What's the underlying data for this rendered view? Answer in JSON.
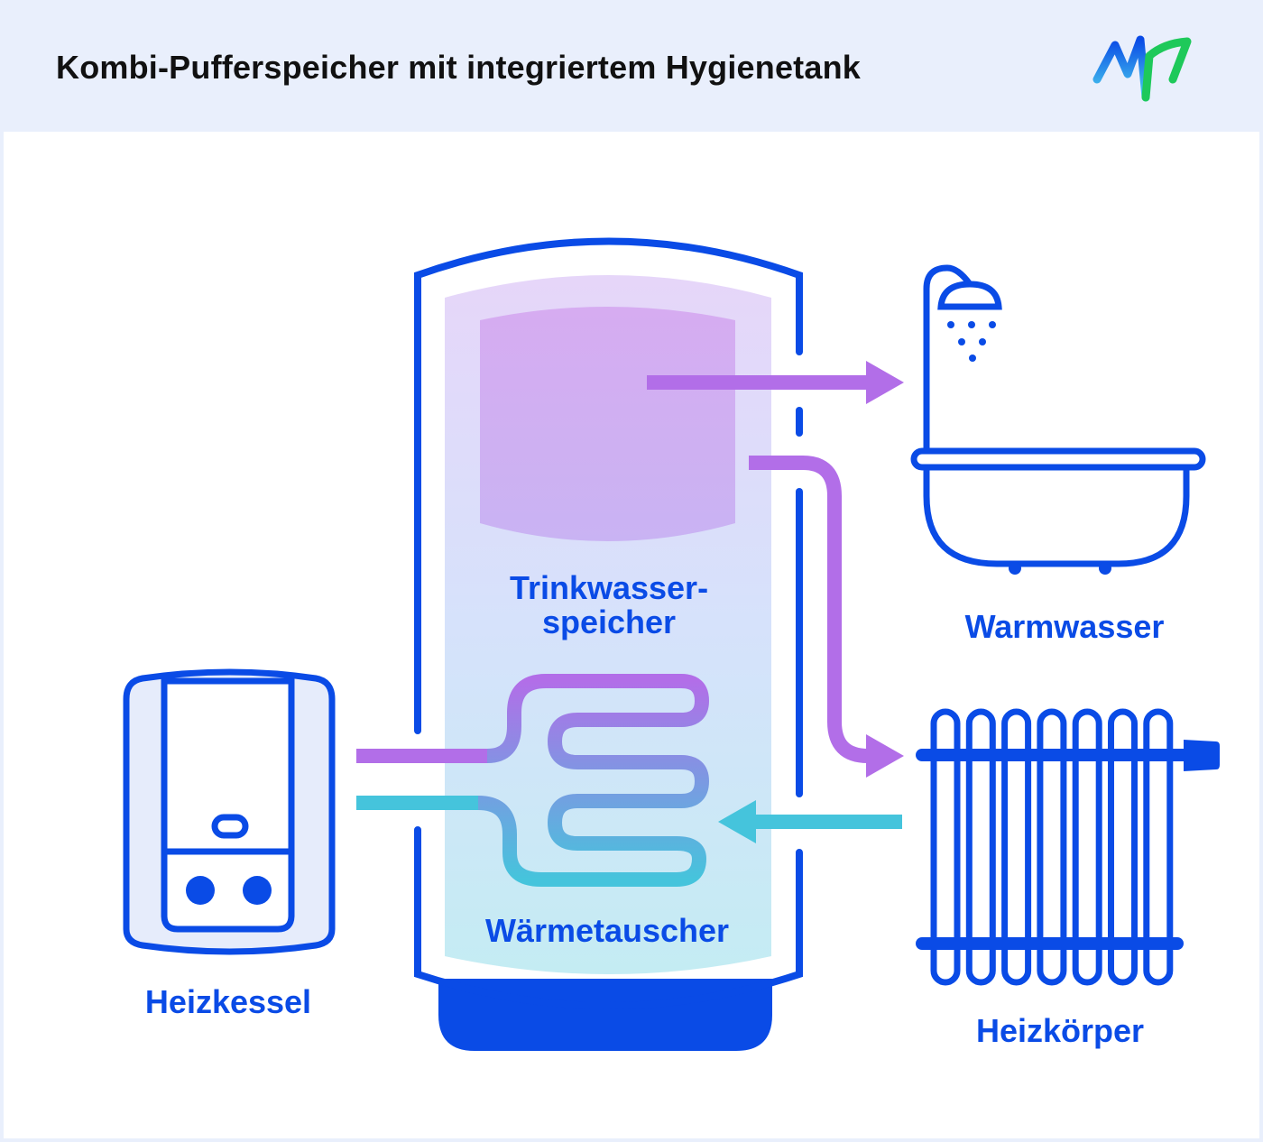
{
  "header": {
    "title": "Kombi-Pufferspeicher mit integriertem Hygienetank",
    "logo": "MVV"
  },
  "labels": {
    "tank_line1": "Trinkwasser-",
    "tank_line2": "speicher",
    "exchanger": "Wärmetauscher",
    "boiler": "Heizkessel",
    "hot_water": "Warmwasser",
    "radiator": "Heizkörper"
  },
  "colors": {
    "blue": "#0a4be6",
    "purple": "#b26ee8",
    "cyan": "#45c4dc",
    "header_bg": "#e9effc"
  }
}
